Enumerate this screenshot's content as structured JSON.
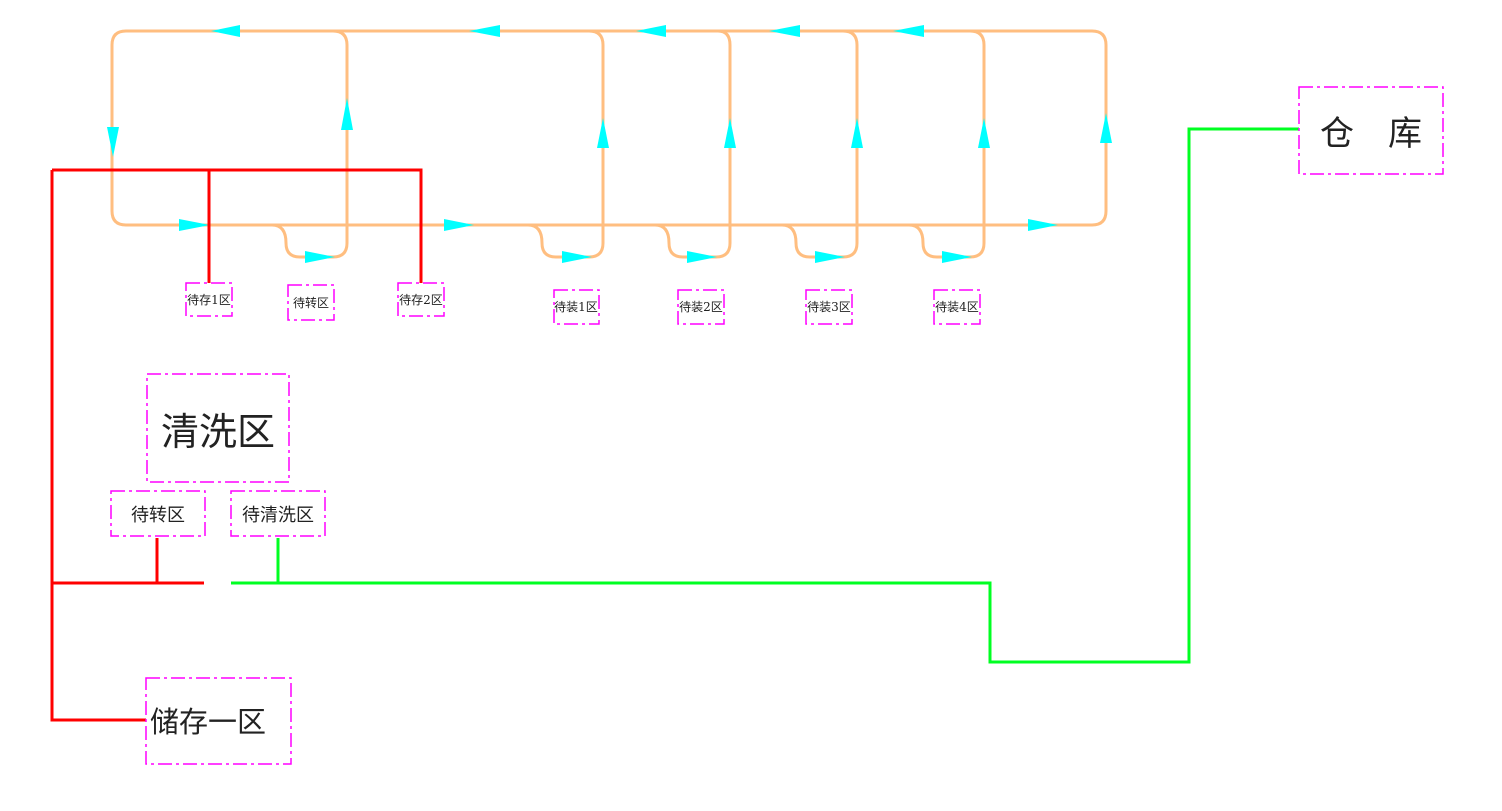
{
  "diagram": {
    "colors": {
      "conveyor": "#FFBE80",
      "arrow": "#00FFFF",
      "red_line": "#FF0000",
      "green_line": "#00FF22",
      "zone_border": "#FF00FF",
      "text": "#222222"
    },
    "zones": {
      "buffer1": "待存1区",
      "transfer_top": "待转区",
      "buffer2": "待存2区",
      "assembly1": "待装1区",
      "assembly2": "待装2区",
      "assembly3": "待装3区",
      "assembly4": "待装4区",
      "cleaning": "清洗区",
      "transfer_bottom": "待转区",
      "pre_cleaning": "待清洗区",
      "storage1": "储存一区",
      "warehouse": "仓 库"
    }
  }
}
